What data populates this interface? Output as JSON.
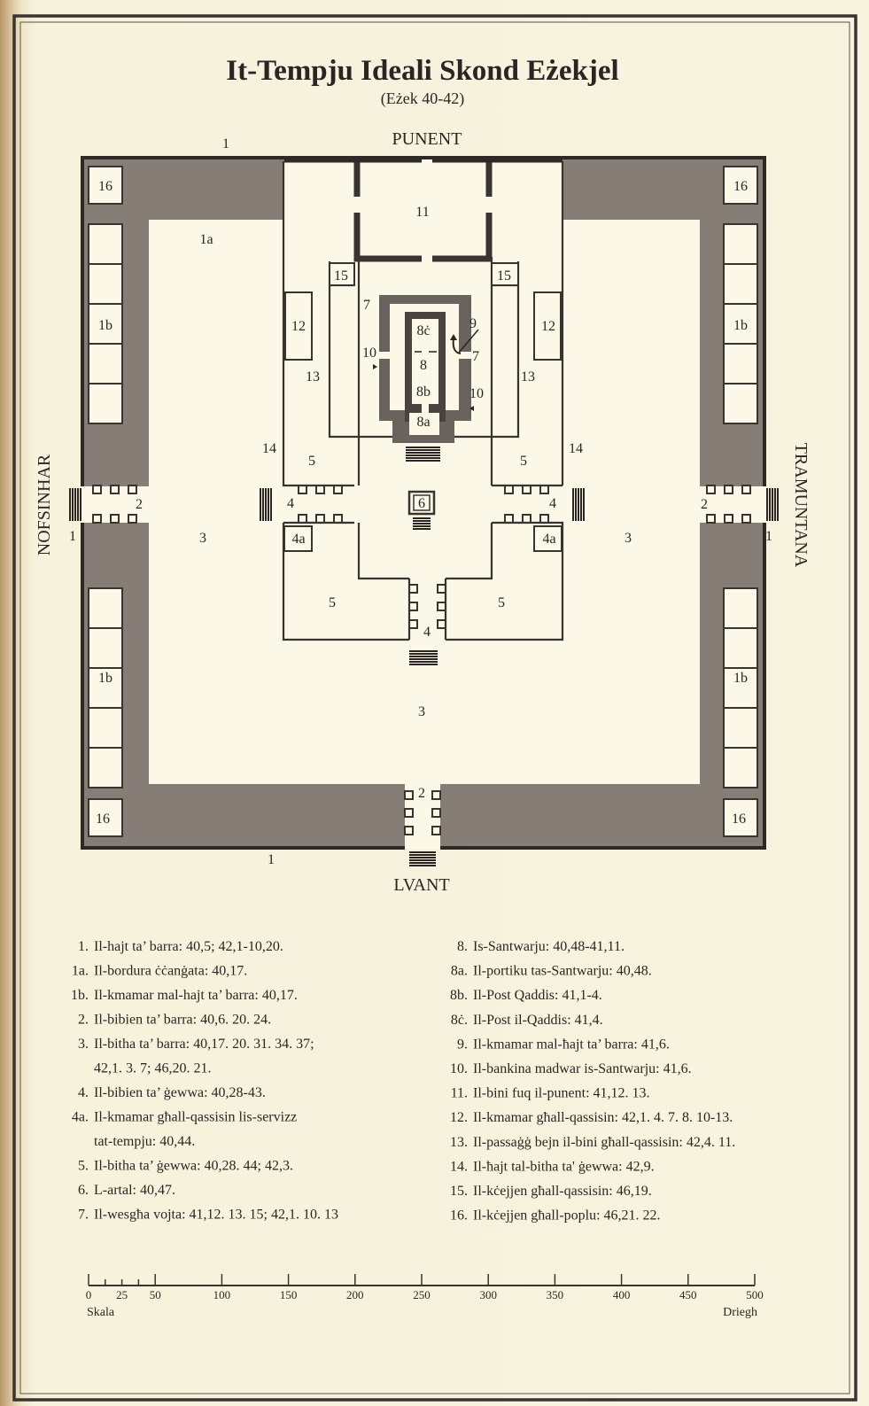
{
  "title": "It-Tempju Ideali Skond Eżekjel",
  "subtitle": "(Eżek 40-42)",
  "directions": {
    "west": "PUNENT",
    "east": "LVANT",
    "south": "NOFSINHAR",
    "north": "TRAMUNTANA"
  },
  "plan_labels": {
    "l1": "1",
    "l1a": "1a",
    "l1b": "1b",
    "l2": "2",
    "l3": "3",
    "l4": "4",
    "l4a": "4a",
    "l5": "5",
    "l6": "6",
    "l7": "7",
    "l8": "8",
    "l8a": "8a",
    "l8b": "8b",
    "l8c": "8ċ",
    "l9": "9",
    "l10": "10",
    "l11": "11",
    "l12": "12",
    "l13": "13",
    "l14": "14",
    "l15": "15",
    "l16": "16"
  },
  "legend_left": [
    {
      "num": "1.",
      "lines": [
        "Il-hajt ta’ barra: 40,5; 42,1-10,20."
      ]
    },
    {
      "num": "1a.",
      "lines": [
        "Il-bordura ċċanġata: 40,17."
      ]
    },
    {
      "num": "1b.",
      "lines": [
        "Il-kmamar mal-hajt ta’ barra: 40,17."
      ]
    },
    {
      "num": "2.",
      "lines": [
        "Il-bibien ta’ barra: 40,6. 20. 24."
      ]
    },
    {
      "num": "3.",
      "lines": [
        "Il-bitha ta’ barra: 40,17. 20. 31. 34. 37;",
        "42,1. 3. 7; 46,20. 21."
      ]
    },
    {
      "num": "4.",
      "lines": [
        "Il-bibien ta’ ġewwa: 40,28-43."
      ]
    },
    {
      "num": "4a.",
      "lines": [
        "Il-kmamar għall-qassisin lis-servizz",
        "tat-tempju: 40,44."
      ]
    },
    {
      "num": "5.",
      "lines": [
        "Il-bitha ta’ ġewwa: 40,28. 44; 42,3."
      ]
    },
    {
      "num": "6.",
      "lines": [
        "L-artal: 40,47."
      ]
    },
    {
      "num": "7.",
      "lines": [
        "Il-wesgħa vojta: 41,12. 13. 15; 42,1. 10. 13"
      ]
    }
  ],
  "legend_right": [
    {
      "num": "8.",
      "lines": [
        "Is-Santwarju: 40,48-41,11."
      ]
    },
    {
      "num": "8a.",
      "lines": [
        "Il-portiku tas-Santwarju: 40,48."
      ]
    },
    {
      "num": "8b.",
      "lines": [
        "Il-Post Qaddis: 41,1-4."
      ]
    },
    {
      "num": "8ċ.",
      "lines": [
        "Il-Post il-Qaddis: 41,4."
      ]
    },
    {
      "num": "9.",
      "lines": [
        "Il-kmamar mal-ħajt ta’ barra: 41,6."
      ]
    },
    {
      "num": "10.",
      "lines": [
        "Il-bankina madwar is-Santwarju: 41,6."
      ]
    },
    {
      "num": "11.",
      "lines": [
        "Il-bini fuq il-punent: 41,12. 13."
      ]
    },
    {
      "num": "12.",
      "lines": [
        "Il-kmamar għall-qassisin: 42,1. 4. 7. 8. 10-13."
      ]
    },
    {
      "num": "13.",
      "lines": [
        "Il-passaġġ bejn il-bini għall-qassisin: 42,4. 11."
      ]
    },
    {
      "num": "14.",
      "lines": [
        "Il-ħajt tal-bitha ta' ġewwa: 42,9."
      ]
    },
    {
      "num": "15.",
      "lines": [
        "Il-kċejjen għall-qassisin: 46,19."
      ]
    },
    {
      "num": "16.",
      "lines": [
        "Il-kċejjen għall-poplu: 46,21. 22."
      ]
    }
  ],
  "scale": {
    "label": "Skala",
    "unit": "Driegh",
    "max": 500,
    "labeled_ticks": [
      0,
      25,
      50,
      100,
      150,
      200,
      250,
      300,
      350,
      400,
      450,
      500
    ],
    "minor_ticks": [
      12.5,
      37.5
    ]
  }
}
